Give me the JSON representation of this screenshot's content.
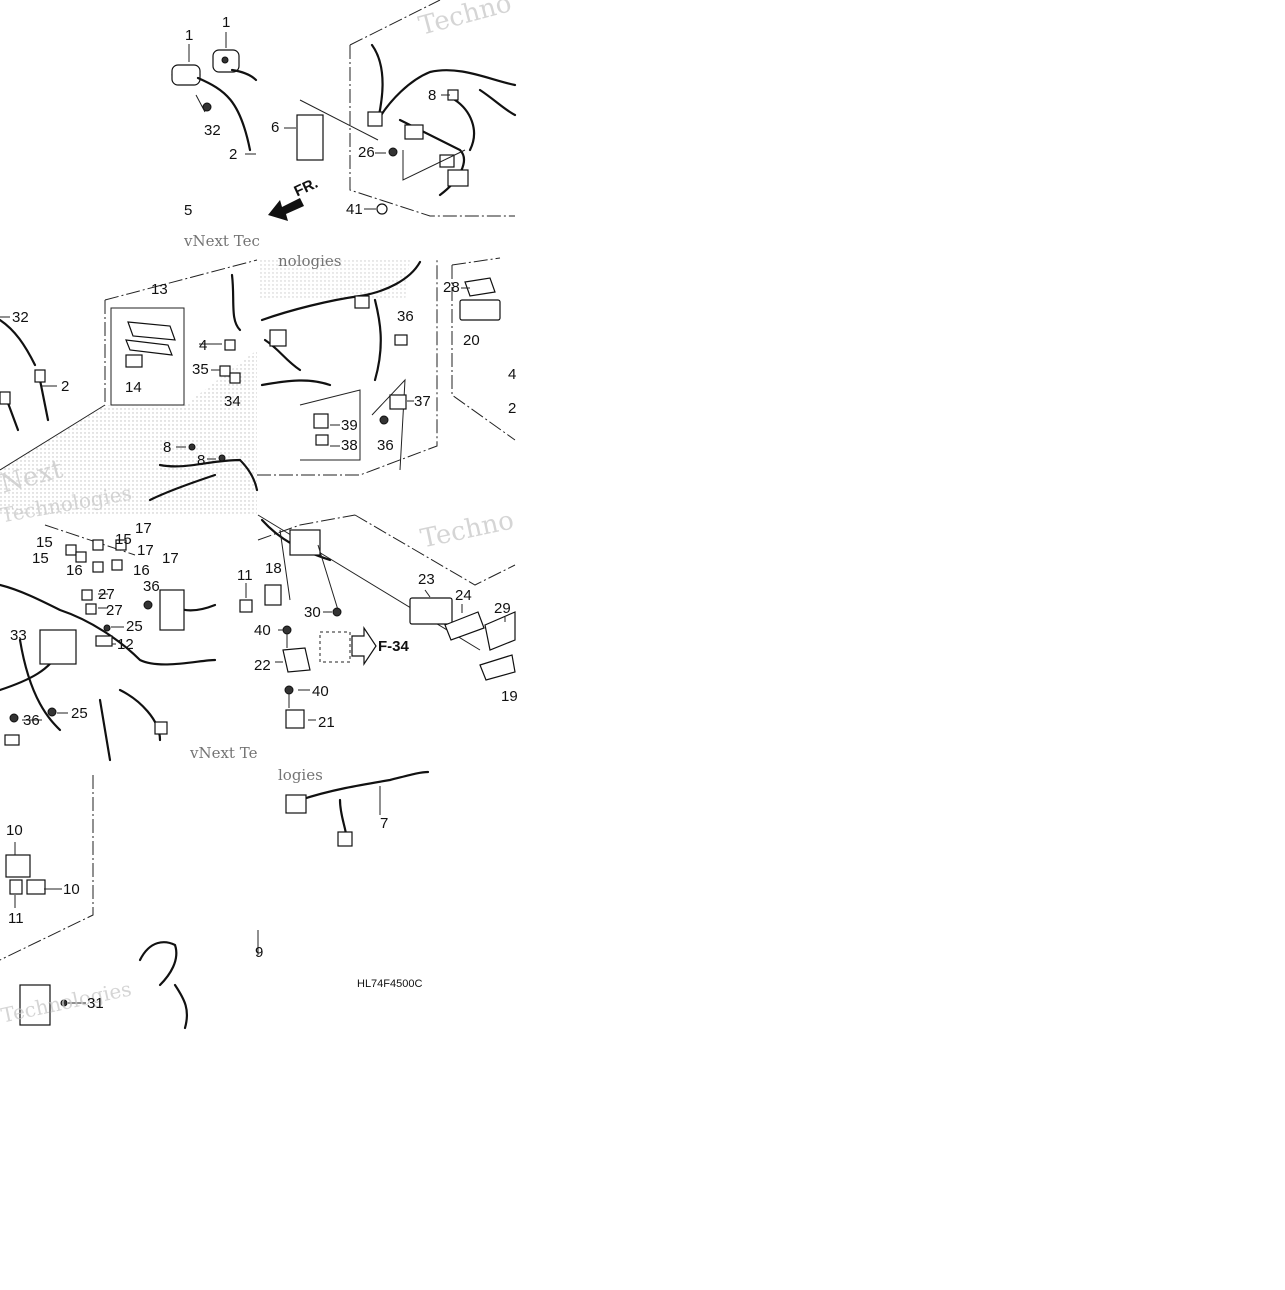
{
  "diagram_code": "HL74F4500C",
  "direction_label": "FR.",
  "reference_label": "F-34",
  "watermark": {
    "text_a": "Techno",
    "text_b": "vNext Tec",
    "text_c": "nologies",
    "text_d": "Next",
    "text_e": "Technologies",
    "text_f": "vNext Te",
    "text_g": "logies"
  },
  "callouts": [
    {
      "id": "c1a",
      "text": "1"
    },
    {
      "id": "c1b",
      "text": "1"
    },
    {
      "id": "c32a",
      "text": "32"
    },
    {
      "id": "c2a",
      "text": "2"
    },
    {
      "id": "c6",
      "text": "6"
    },
    {
      "id": "c8a",
      "text": "8"
    },
    {
      "id": "c26",
      "text": "26"
    },
    {
      "id": "c41",
      "text": "41"
    },
    {
      "id": "c5",
      "text": "5"
    },
    {
      "id": "c13",
      "text": "13"
    },
    {
      "id": "c14",
      "text": "14"
    },
    {
      "id": "c4a",
      "text": "4"
    },
    {
      "id": "c35",
      "text": "35"
    },
    {
      "id": "c34",
      "text": "34"
    },
    {
      "id": "c32b",
      "text": "32"
    },
    {
      "id": "c2b",
      "text": "2"
    },
    {
      "id": "c8b",
      "text": "8"
    },
    {
      "id": "c8c",
      "text": "8"
    },
    {
      "id": "c36a",
      "text": "36"
    },
    {
      "id": "c37",
      "text": "37"
    },
    {
      "id": "c39",
      "text": "39"
    },
    {
      "id": "c38",
      "text": "38"
    },
    {
      "id": "c36b",
      "text": "36"
    },
    {
      "id": "c28",
      "text": "28"
    },
    {
      "id": "c20",
      "text": "20"
    },
    {
      "id": "c4b",
      "text": "4"
    },
    {
      "id": "c2c",
      "text": "2"
    },
    {
      "id": "c17a",
      "text": "17"
    },
    {
      "id": "c15a",
      "text": "15"
    },
    {
      "id": "c15b",
      "text": "15"
    },
    {
      "id": "c17b",
      "text": "17"
    },
    {
      "id": "c17c",
      "text": "17"
    },
    {
      "id": "c15c",
      "text": "15"
    },
    {
      "id": "c16a",
      "text": "16"
    },
    {
      "id": "c16b",
      "text": "16"
    },
    {
      "id": "c36c",
      "text": "36"
    },
    {
      "id": "c11a",
      "text": "11"
    },
    {
      "id": "c27a",
      "text": "27"
    },
    {
      "id": "c27b",
      "text": "27"
    },
    {
      "id": "c25a",
      "text": "25"
    },
    {
      "id": "c12",
      "text": "12"
    },
    {
      "id": "c33",
      "text": "33"
    },
    {
      "id": "c25b",
      "text": "25"
    },
    {
      "id": "c36d",
      "text": "36"
    },
    {
      "id": "c18",
      "text": "18"
    },
    {
      "id": "c40a",
      "text": "40"
    },
    {
      "id": "c30",
      "text": "30"
    },
    {
      "id": "c22",
      "text": "22"
    },
    {
      "id": "c40b",
      "text": "40"
    },
    {
      "id": "c21",
      "text": "21"
    },
    {
      "id": "c23",
      "text": "23"
    },
    {
      "id": "c24",
      "text": "24"
    },
    {
      "id": "c29",
      "text": "29"
    },
    {
      "id": "c19",
      "text": "19"
    },
    {
      "id": "c7",
      "text": "7"
    },
    {
      "id": "c10a",
      "text": "10"
    },
    {
      "id": "c10b",
      "text": "10"
    },
    {
      "id": "c11b",
      "text": "11"
    },
    {
      "id": "c31",
      "text": "31"
    },
    {
      "id": "c9",
      "text": "9"
    }
  ]
}
